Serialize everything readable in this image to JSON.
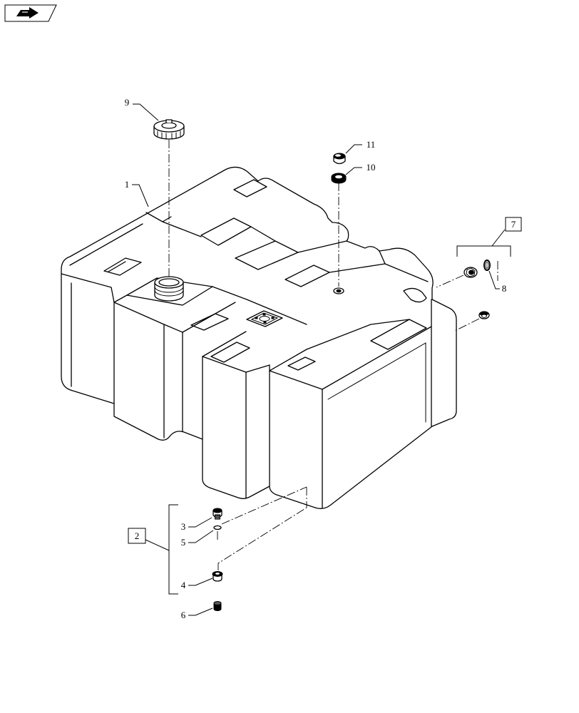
{
  "theme": {
    "line_color": "#000000",
    "background": "#ffffff"
  },
  "toolbar": {
    "nav_icon": "arrow-right-icon"
  },
  "callouts": [
    "9",
    "1",
    "11",
    "10",
    "7",
    "8",
    "3",
    "5",
    "2",
    "4",
    "6"
  ]
}
